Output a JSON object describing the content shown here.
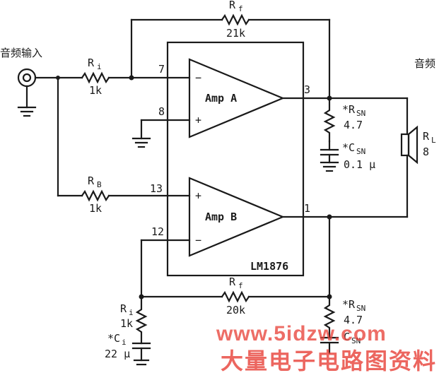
{
  "labels": {
    "input": "音频输入",
    "output": "音频",
    "ri_top_name": "R",
    "ri_top_sub": "i",
    "ri_top_val": "1k",
    "rf_top_name": "R",
    "rf_top_sub": "f",
    "rf_top_val": "21k",
    "rb_name": "R",
    "rb_sub": "B",
    "rb_val": "1k",
    "rf_bot_name": "R",
    "rf_bot_sub": "f",
    "rf_bot_val": "20k",
    "ri_bot_name": "R",
    "ri_bot_sub": "i",
    "ri_bot_val": "1k",
    "ci_name": "*C",
    "ci_sub": "i",
    "ci_val": "22 μ",
    "rsn_top_name": "*R",
    "rsn_top_sub": "SN",
    "rsn_top_val": "4.7",
    "csn_top_name": "*C",
    "csn_top_sub": "SN",
    "csn_top_val": "0.1 μ",
    "rsn_bot_name": "*R",
    "rsn_bot_sub": "SN",
    "rsn_bot_val": "4.7",
    "csn_bot_name": "C",
    "csn_bot_sub": "SN",
    "rl_name": "R",
    "rl_sub": "L",
    "rl_val": "8",
    "amp_a": "Amp A",
    "amp_b": "Amp B",
    "chip": "LM1876",
    "pin7": "7",
    "pin8": "8",
    "pin3": "3",
    "pin13": "13",
    "pin12": "12",
    "pin1": "1",
    "minus": "−",
    "plus": "+",
    "watermark_url": "www.5idzw.com",
    "watermark_cn": "大量电子电路图资料"
  }
}
